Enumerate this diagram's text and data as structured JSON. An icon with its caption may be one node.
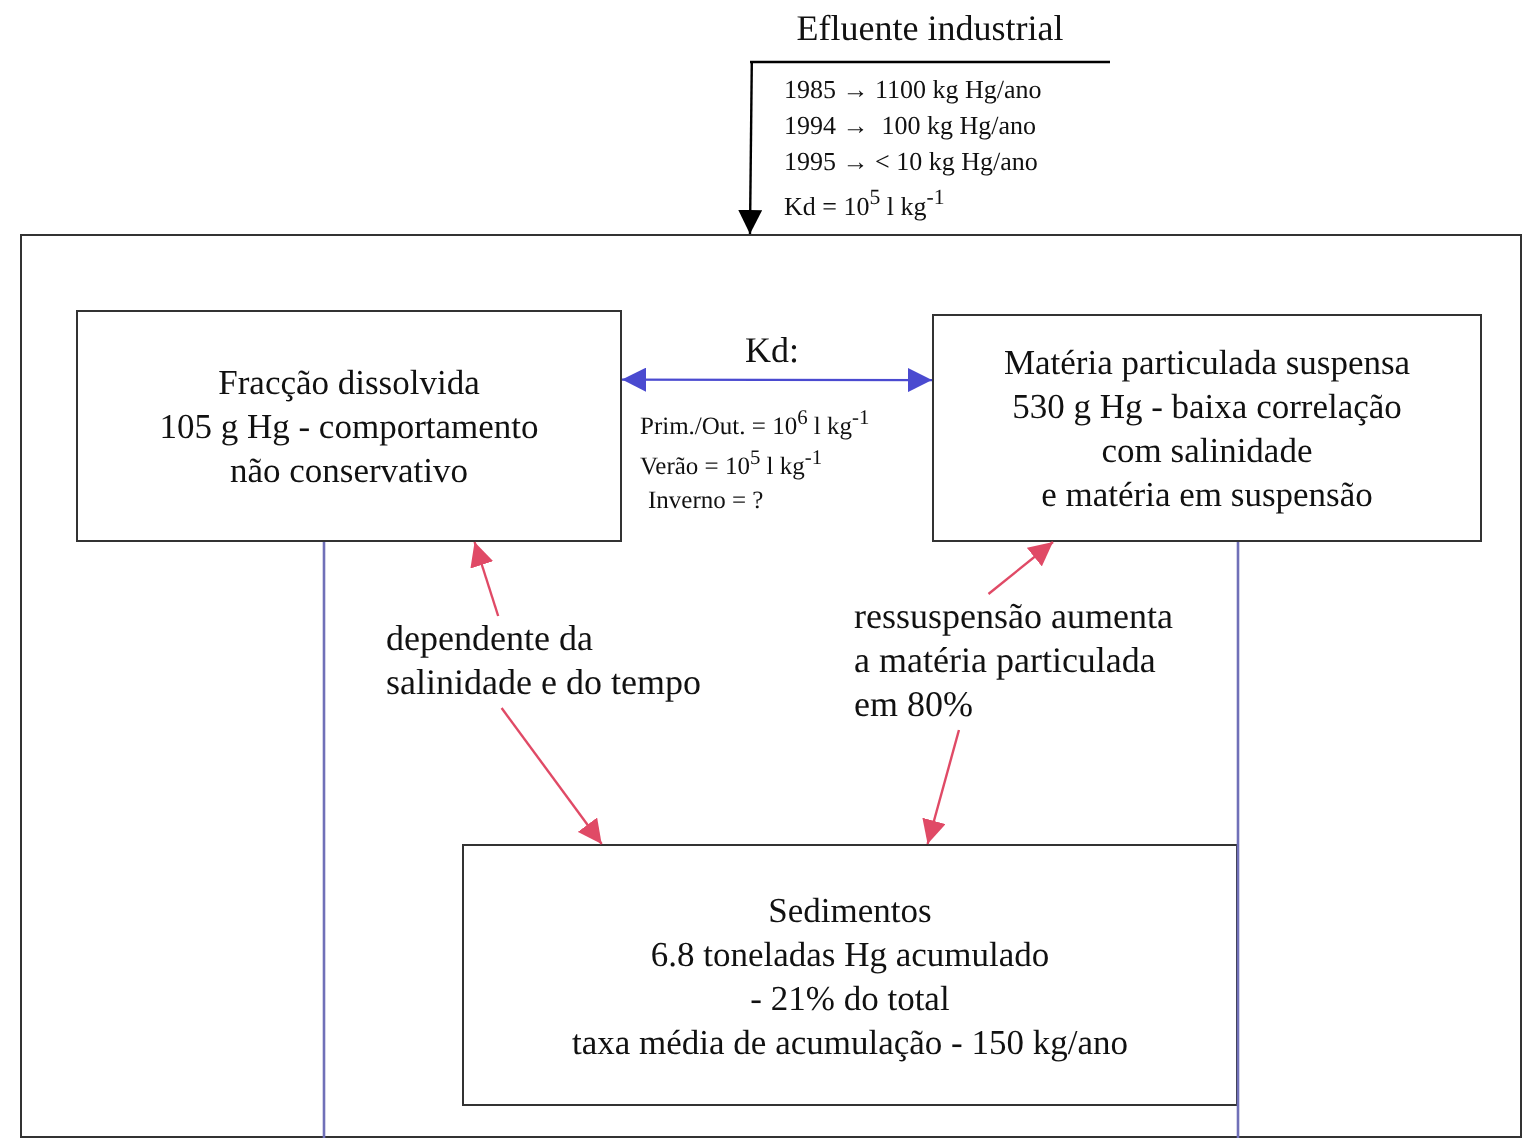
{
  "diagram": {
    "nodes": [
      {
        "text": [
          "Efluente industrial"
        ],
        "beside": [
          "1985 → 1100 kg Hg/ano",
          "1994 →  100 kg Hg/ano",
          "1995 → < 10 kg Hg/ano",
          "Kd = 10$^{5}$ l kg$^{-1}$"
        ]
      },
      {
        "text": [],
        "shape": "box"
      },
      {
        "text": [
          "Fracção dissolvida",
          "105 g Hg - comportamento",
          "não conservativo"
        ],
        "in": 1
      },
      {
        "text": [
          "Matéria particulada suspensa",
          "530 g Hg - baixa correlação",
          "com salinidade",
          "e matéria em suspensão"
        ],
        "in": 1
      },
      {
        "text": [
          "Sedimentos",
          "6.8 toneladas Hg acumulado",
          "- 21% do total",
          "taxa média de acumulação - 150 kg/ano"
        ],
        "in": 1
      },
      {
        "text": [
          "dependente da salinidade e do tempo"
        ],
        "in": 1
      },
      {
        "text": [
          "ressuspensão aumenta a matéria particulada em 80%"
        ],
        "in": 1
      }
    ],
    "edges": [
      {
        "from": 0,
        "to": 1,
        "arrow": "to",
        "color": "#000000"
      },
      {
        "from": 2,
        "to": 3,
        "arrow": "both",
        "label": "Kd:",
        "color": "#4a4ad0"
      },
      {
        "from": 5,
        "to": 2,
        "arrow": "to"
      },
      {
        "from": 5,
        "to": 4,
        "arrow": "to"
      },
      {
        "from": 6,
        "to": 3,
        "arrow": "to"
      },
      {
        "from": 6,
        "to": 4,
        "arrow": "to"
      }
    ],
    "labels": [
      "Prim./Out. = 10$^{6}$ l kg$^{-1}$",
      "Verão = 10$^{5}$ l kg$^{-1}$",
      "Inverno = ?"
    ]
  }
}
